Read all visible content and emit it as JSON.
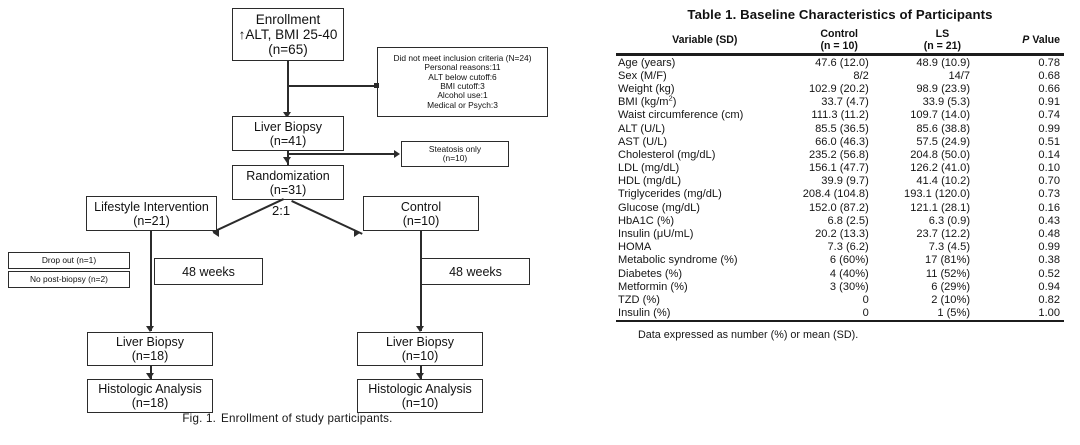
{
  "figure": {
    "caption_number": "Fig. 1.",
    "caption_text": "Enrollment of study participants.",
    "nodes": {
      "enrollment": {
        "l1": "Enrollment",
        "l2": "↑ALT, BMI 25-40",
        "l3": "(n=65)"
      },
      "excluded": {
        "l1": "Did not meet inclusion criteria (N=24)",
        "l2": "Personal reasons:11",
        "l3": "ALT below cutoff:6",
        "l4": "BMI cutoff:3",
        "l5": "Alcohol use:1",
        "l6": "Medical or Psych:3"
      },
      "liver_biopsy_1": {
        "l1": "Liver Biopsy",
        "l2": "(n=41)"
      },
      "steatosis": {
        "l1": "Steatosis only",
        "l2": "(n=10)"
      },
      "randomization": {
        "l1": "Randomization",
        "l2": "(n=31)"
      },
      "lifestyle": {
        "l1": "Lifestyle Intervention",
        "l2": "(n=21)"
      },
      "control": {
        "l1": "Control",
        "l2": "(n=10)"
      },
      "dropout": {
        "l1": "Drop out (n=1)"
      },
      "no_post_biopsy": {
        "l1": "No post-biopsy (n=2)"
      },
      "weeks_left": {
        "l1": "48 weeks"
      },
      "weeks_right": {
        "l1": "48 weeks"
      },
      "liver_biopsy_ls": {
        "l1": "Liver Biopsy",
        "l2": "(n=18)"
      },
      "liver_biopsy_ctrl": {
        "l1": "Liver Biopsy",
        "l2": "(n=10)"
      },
      "histology_ls": {
        "l1": "Histologic Analysis",
        "l2": "(n=18)"
      },
      "histology_ctrl": {
        "l1": "Histologic Analysis",
        "l2": "(n=10)"
      }
    },
    "ratio_label": "2:1"
  },
  "table": {
    "title": "Table 1.  Baseline Characteristics of Participants",
    "headers": {
      "variable": "Variable (SD)",
      "control_top": "Control",
      "control_sub": "(n = 10)",
      "ls_top": "LS",
      "ls_sub": "(n = 21)",
      "p_italic": "P",
      "p_rest": " Value"
    },
    "rows": [
      {
        "variable": "Age (years)",
        "control": "47.6 (12.0)",
        "ls": "48.9 (10.9)",
        "p": "0.78"
      },
      {
        "variable": "Sex (M/F)",
        "control": "8/2",
        "ls": "14/7",
        "p": "0.68"
      },
      {
        "variable": "Weight (kg)",
        "control": "102.9 (20.2)",
        "ls": "98.9 (23.9)",
        "p": "0.66"
      },
      {
        "variable": "BMI (kg/m2)",
        "control": "33.7 (4.7)",
        "ls": "33.9 (5.3)",
        "p": "0.91",
        "sup": "2",
        "variable_base": "BMI (kg/m"
      },
      {
        "variable": "Waist circumference (cm)",
        "control": "111.3 (11.2)",
        "ls": "109.7 (14.0)",
        "p": "0.74"
      },
      {
        "variable": "ALT (U/L)",
        "control": "85.5 (36.5)",
        "ls": "85.6 (38.8)",
        "p": "0.99"
      },
      {
        "variable": "AST (U/L)",
        "control": "66.0 (46.3)",
        "ls": "57.5 (24.9)",
        "p": "0.51"
      },
      {
        "variable": "Cholesterol (mg/dL)",
        "control": "235.2 (56.8)",
        "ls": "204.8 (50.0)",
        "p": "0.14"
      },
      {
        "variable": "LDL (mg/dL)",
        "control": "156.1 (47.7)",
        "ls": "126.2 (41.0)",
        "p": "0.10"
      },
      {
        "variable": "HDL (mg/dL)",
        "control": "39.9 (9.7)",
        "ls": "41.4 (10.2)",
        "p": "0.70"
      },
      {
        "variable": "Triglycerides (mg/dL)",
        "control": "208.4 (104.8)",
        "ls": "193.1 (120.0)",
        "p": "0.73"
      },
      {
        "variable": "Glucose (mg/dL)",
        "control": "152.0 (87.2)",
        "ls": "121.1 (28.1)",
        "p": "0.16"
      },
      {
        "variable": "HbA1C (%)",
        "control": "6.8 (2.5)",
        "ls": "6.3 (0.9)",
        "p": "0.43"
      },
      {
        "variable": "Insulin (μU/mL)",
        "control": "20.2 (13.3)",
        "ls": "23.7 (12.2)",
        "p": "0.48"
      },
      {
        "variable": "HOMA",
        "control": "7.3 (6.2)",
        "ls": "7.3 (4.5)",
        "p": "0.99"
      },
      {
        "variable": "Metabolic syndrome (%)",
        "control": "6 (60%)",
        "ls": "17 (81%)",
        "p": "0.38"
      },
      {
        "variable": "Diabetes (%)",
        "control": "4 (40%)",
        "ls": "11 (52%)",
        "p": "0.52"
      },
      {
        "variable": "Metformin (%)",
        "control": "3 (30%)",
        "ls": "6 (29%)",
        "p": "0.94"
      },
      {
        "variable": "TZD (%)",
        "control": "0",
        "ls": "2 (10%)",
        "p": "0.82"
      },
      {
        "variable": "Insulin (%)",
        "control": "0",
        "ls": "1 (5%)",
        "p": "1.00"
      }
    ],
    "note": "Data expressed as number (%) or mean (SD)."
  }
}
